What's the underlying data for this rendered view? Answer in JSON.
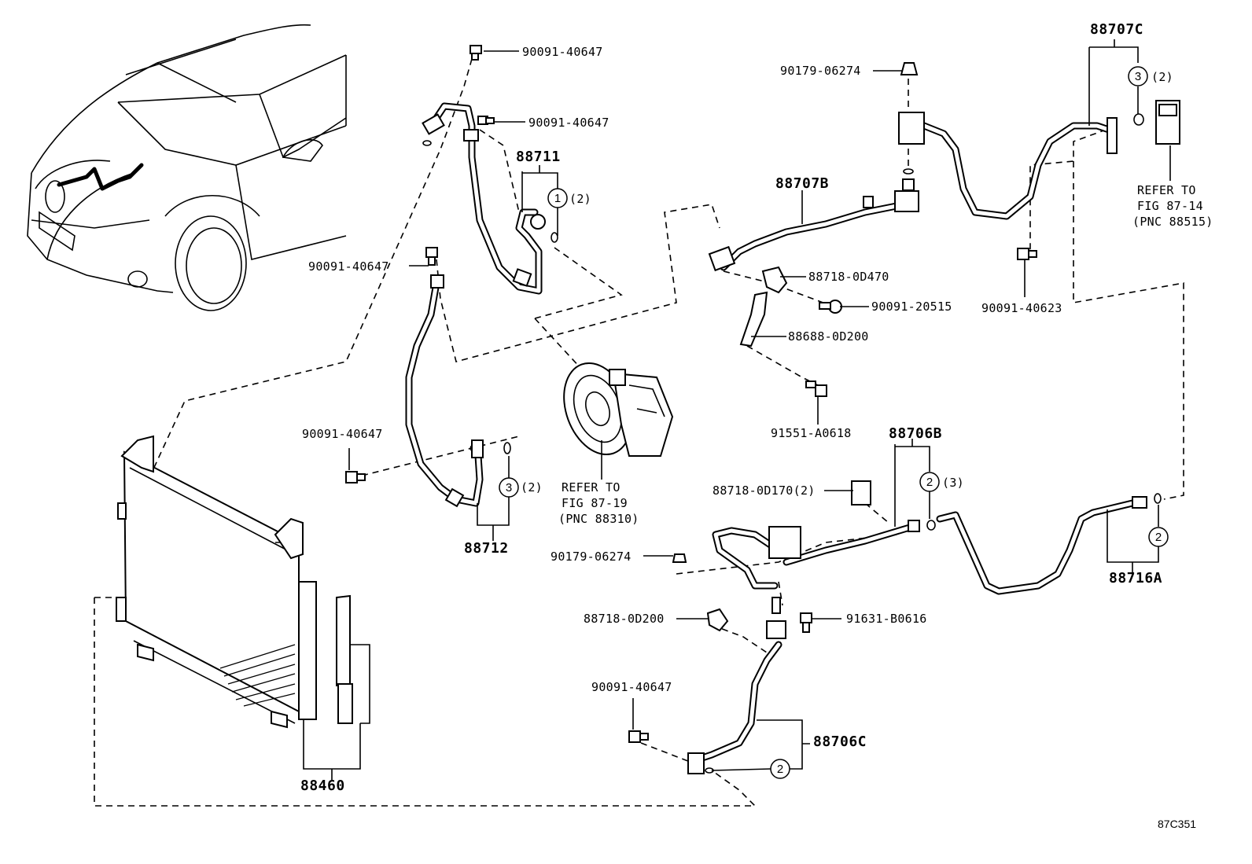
{
  "callouts": {
    "c1": "90091-40647",
    "c2": "90091-40647",
    "c3": "88711",
    "c4": "(2)",
    "c5": "90091-40647",
    "c6": "90091-40647",
    "c7": "(2)",
    "c8": "88712",
    "c9": "REFER TO",
    "c10": "FIG 87-19",
    "c11": "(PNC 88310)",
    "c12": "88460",
    "c13": "90179-06274",
    "c14": "88707B",
    "c15": "88718-0D470",
    "c16": "90091-20515",
    "c17": "88688-0D200",
    "c18": "91551-A0618",
    "c19": "88707C",
    "c20": "(2)",
    "c21": "REFER TO",
    "c22": "FIG 87-14",
    "c23": "(PNC 88515)",
    "c24": "90091-40623",
    "c25": "88706B",
    "c26": "88718-0D170(2)",
    "c27": "(3)",
    "c28": "88716A",
    "c29": "90179-06274",
    "c30": "88718-0D200",
    "c31": "91631-B0616",
    "c32": "90091-40647",
    "c33": "88706C"
  },
  "circle_numbers": {
    "n1": "1",
    "n2": "3",
    "n3": "3",
    "n4": "2",
    "n5": "2",
    "n6": "2"
  },
  "figure_code": "87C351"
}
